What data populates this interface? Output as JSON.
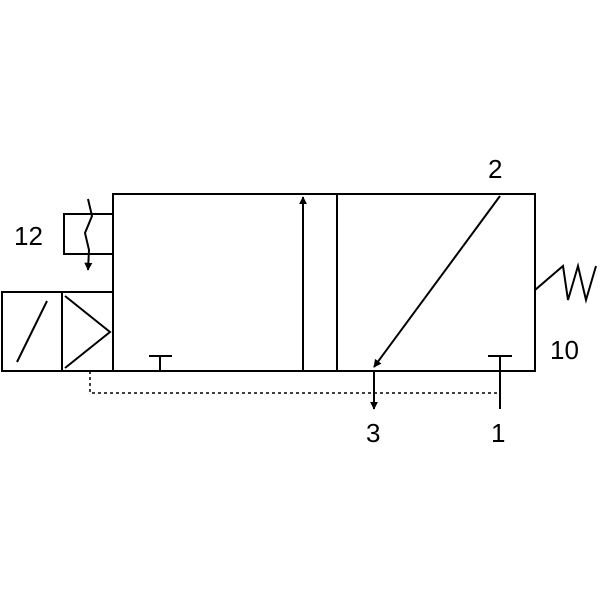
{
  "colors": {
    "line": "#000000",
    "background": "#ffffff"
  },
  "labels": {
    "port_12": "12",
    "port_2": "2",
    "port_10": "10",
    "port_3": "3",
    "port_1": "1"
  },
  "icons": {
    "solenoid": "solenoid-actuator-icon",
    "pilot": "pilot-actuator-icon",
    "spring": "return-spring-icon"
  }
}
